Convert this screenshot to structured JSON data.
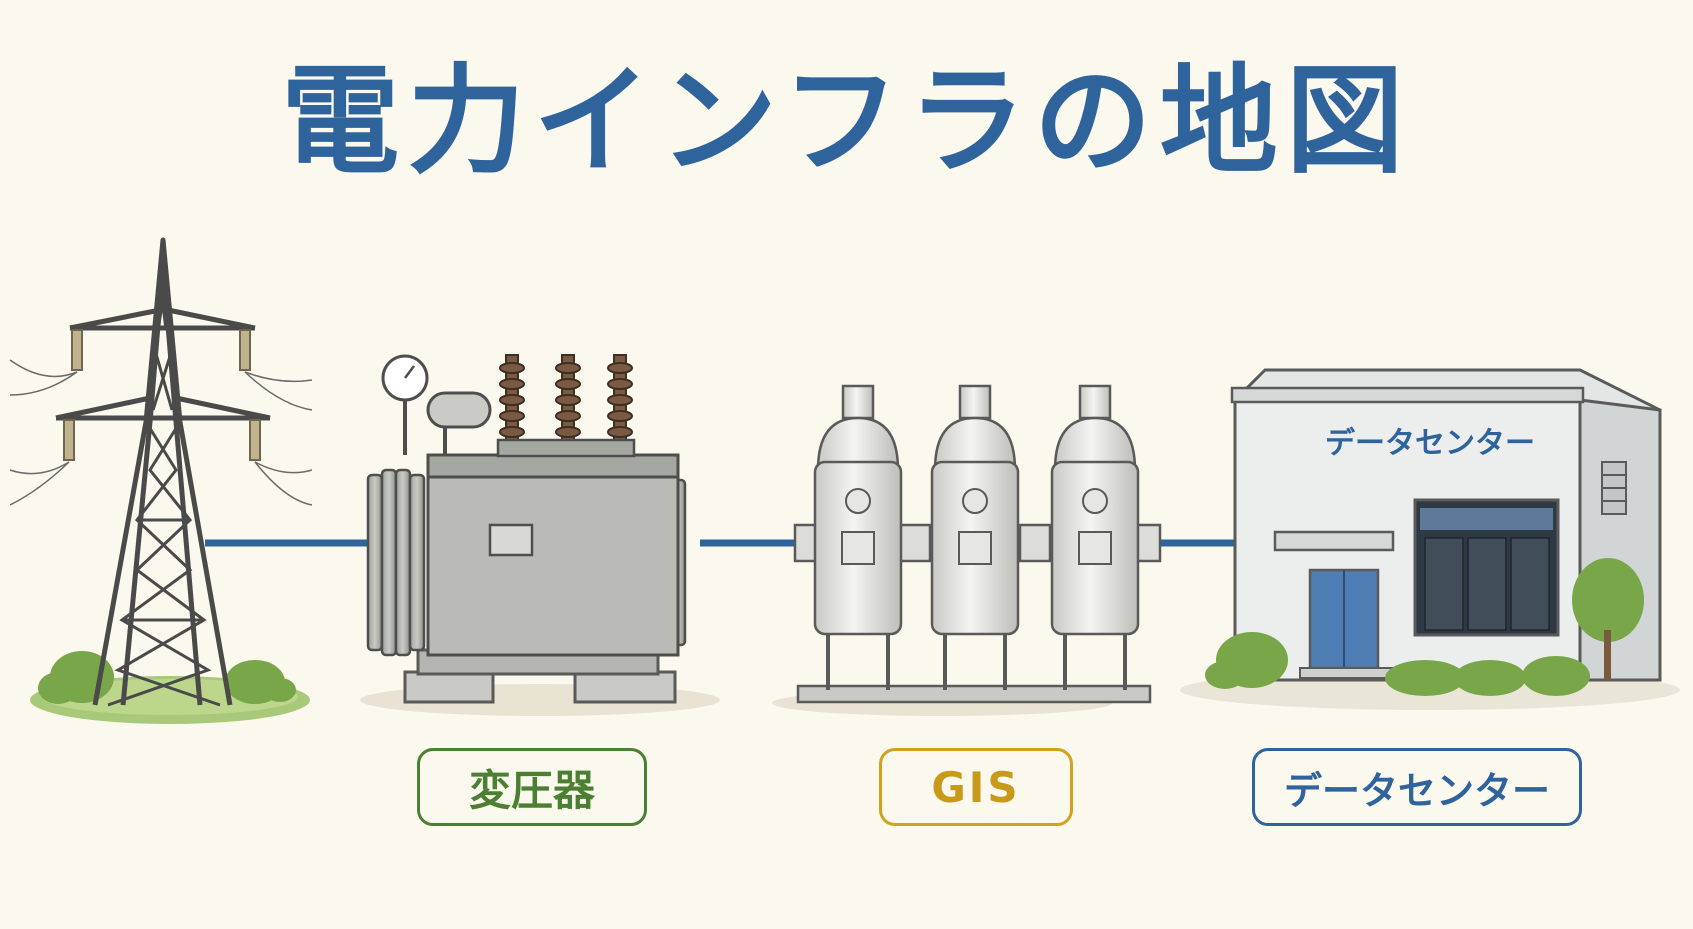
{
  "title": "電力インフラの地図",
  "labels": {
    "transformer": "変圧器",
    "gis": "GIS",
    "datacenter": "データセンター"
  },
  "building_sign": "データセンター",
  "colors": {
    "title": "#2e639c",
    "connector_line": "#2e639c",
    "transformer_label": "#4b7f32",
    "gis_label": "#d2a21c",
    "datacenter_label": "#2e639c",
    "background": "#fbf8ee"
  },
  "icons": [
    "transmission-tower-icon",
    "transformer-icon",
    "gis-switchgear-icon",
    "data-center-building-icon"
  ]
}
